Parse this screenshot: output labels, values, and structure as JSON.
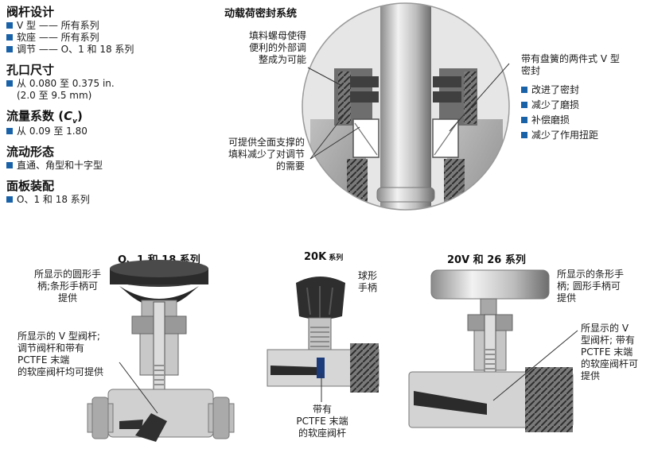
{
  "specs": [
    {
      "title": "阀杆设计",
      "items": [
        "V 型 —— 所有系列",
        "软座 —— 所有系列",
        "调节 —— O、1 和 18 系列"
      ]
    },
    {
      "title": "孔口尺寸",
      "items": [
        "从 0.080 至 0.375 in."
      ],
      "subline": "(2.0 至 9.5 mm)"
    },
    {
      "title_main": "流量系数 (",
      "title_cv": "C",
      "title_sub": "v",
      "title_end": ")",
      "items": [
        "从 0.09 至 1.80"
      ]
    },
    {
      "title": "流动形态",
      "items": [
        "直通、角型和十字型"
      ]
    },
    {
      "title": "面板装配",
      "items": [
        "O、1 和 18 系列"
      ]
    }
  ],
  "packing": {
    "title": "动载荷密封系统",
    "left_callout_1": [
      "填料螺母使得",
      "便利的外部调",
      "整成为可能"
    ],
    "left_callout_2": [
      "可提供全面支撑的",
      "填料减少了对调节",
      "的需要"
    ],
    "right_title": [
      "带有盘簧的两件式 V 型",
      "密封"
    ],
    "right_items": [
      "改进了密封",
      "减少了磨损",
      "补偿磨损",
      "减少了作用扭距"
    ]
  },
  "series": [
    {
      "title": "O、1 和 18 系列",
      "callout_handle": [
        "所显示的圆形手",
        "柄;条形手柄可",
        "提供"
      ],
      "callout_stem": [
        "所显示的 V 型阀杆;",
        "调节阀杆和带有",
        "PCTFE 末端",
        "的软座阀杆均可提供"
      ]
    },
    {
      "title_main": "20K",
      "title_small": " 系列",
      "callout_handle": [
        "球形",
        "手柄"
      ],
      "callout_stem": [
        "带有",
        "PCTFE 末端",
        "的软座阀杆"
      ]
    },
    {
      "title": "20V 和 26 系列",
      "callout_handle": [
        "所显示的条形手",
        "柄; 圆形手柄可",
        "提供"
      ],
      "callout_stem": [
        "所显示的 V",
        "型阀杆; 带有",
        "PCTFE 末端",
        "的软座阀杆可",
        "提供"
      ]
    }
  ],
  "colors": {
    "bullet": "#1a62a8",
    "metal_light": "#d9d9d9",
    "metal_dark": "#4a4a4a",
    "handle": "#2b2b2b"
  }
}
